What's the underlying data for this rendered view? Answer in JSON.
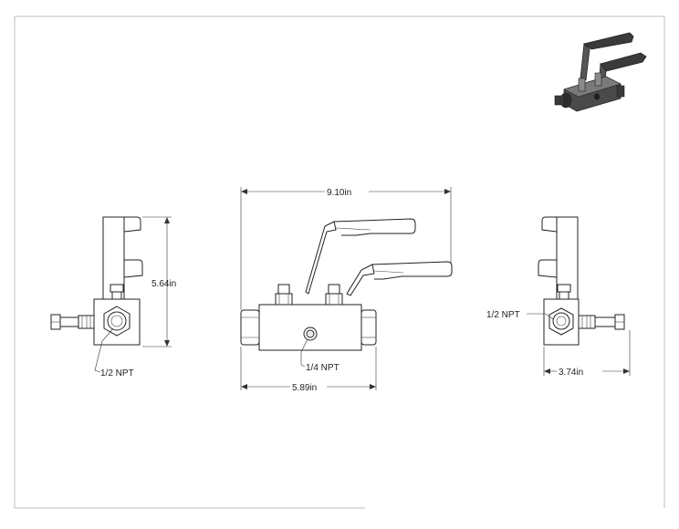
{
  "drawing": {
    "dimensions": {
      "overall_length": "9.10in",
      "body_length": "5.89in",
      "height": "5.64in",
      "side_width": "3.74in"
    },
    "callouts": {
      "left_port": "1/2 NPT",
      "center_port": "1/4 NPT",
      "right_port": "1/2 NPT"
    }
  }
}
